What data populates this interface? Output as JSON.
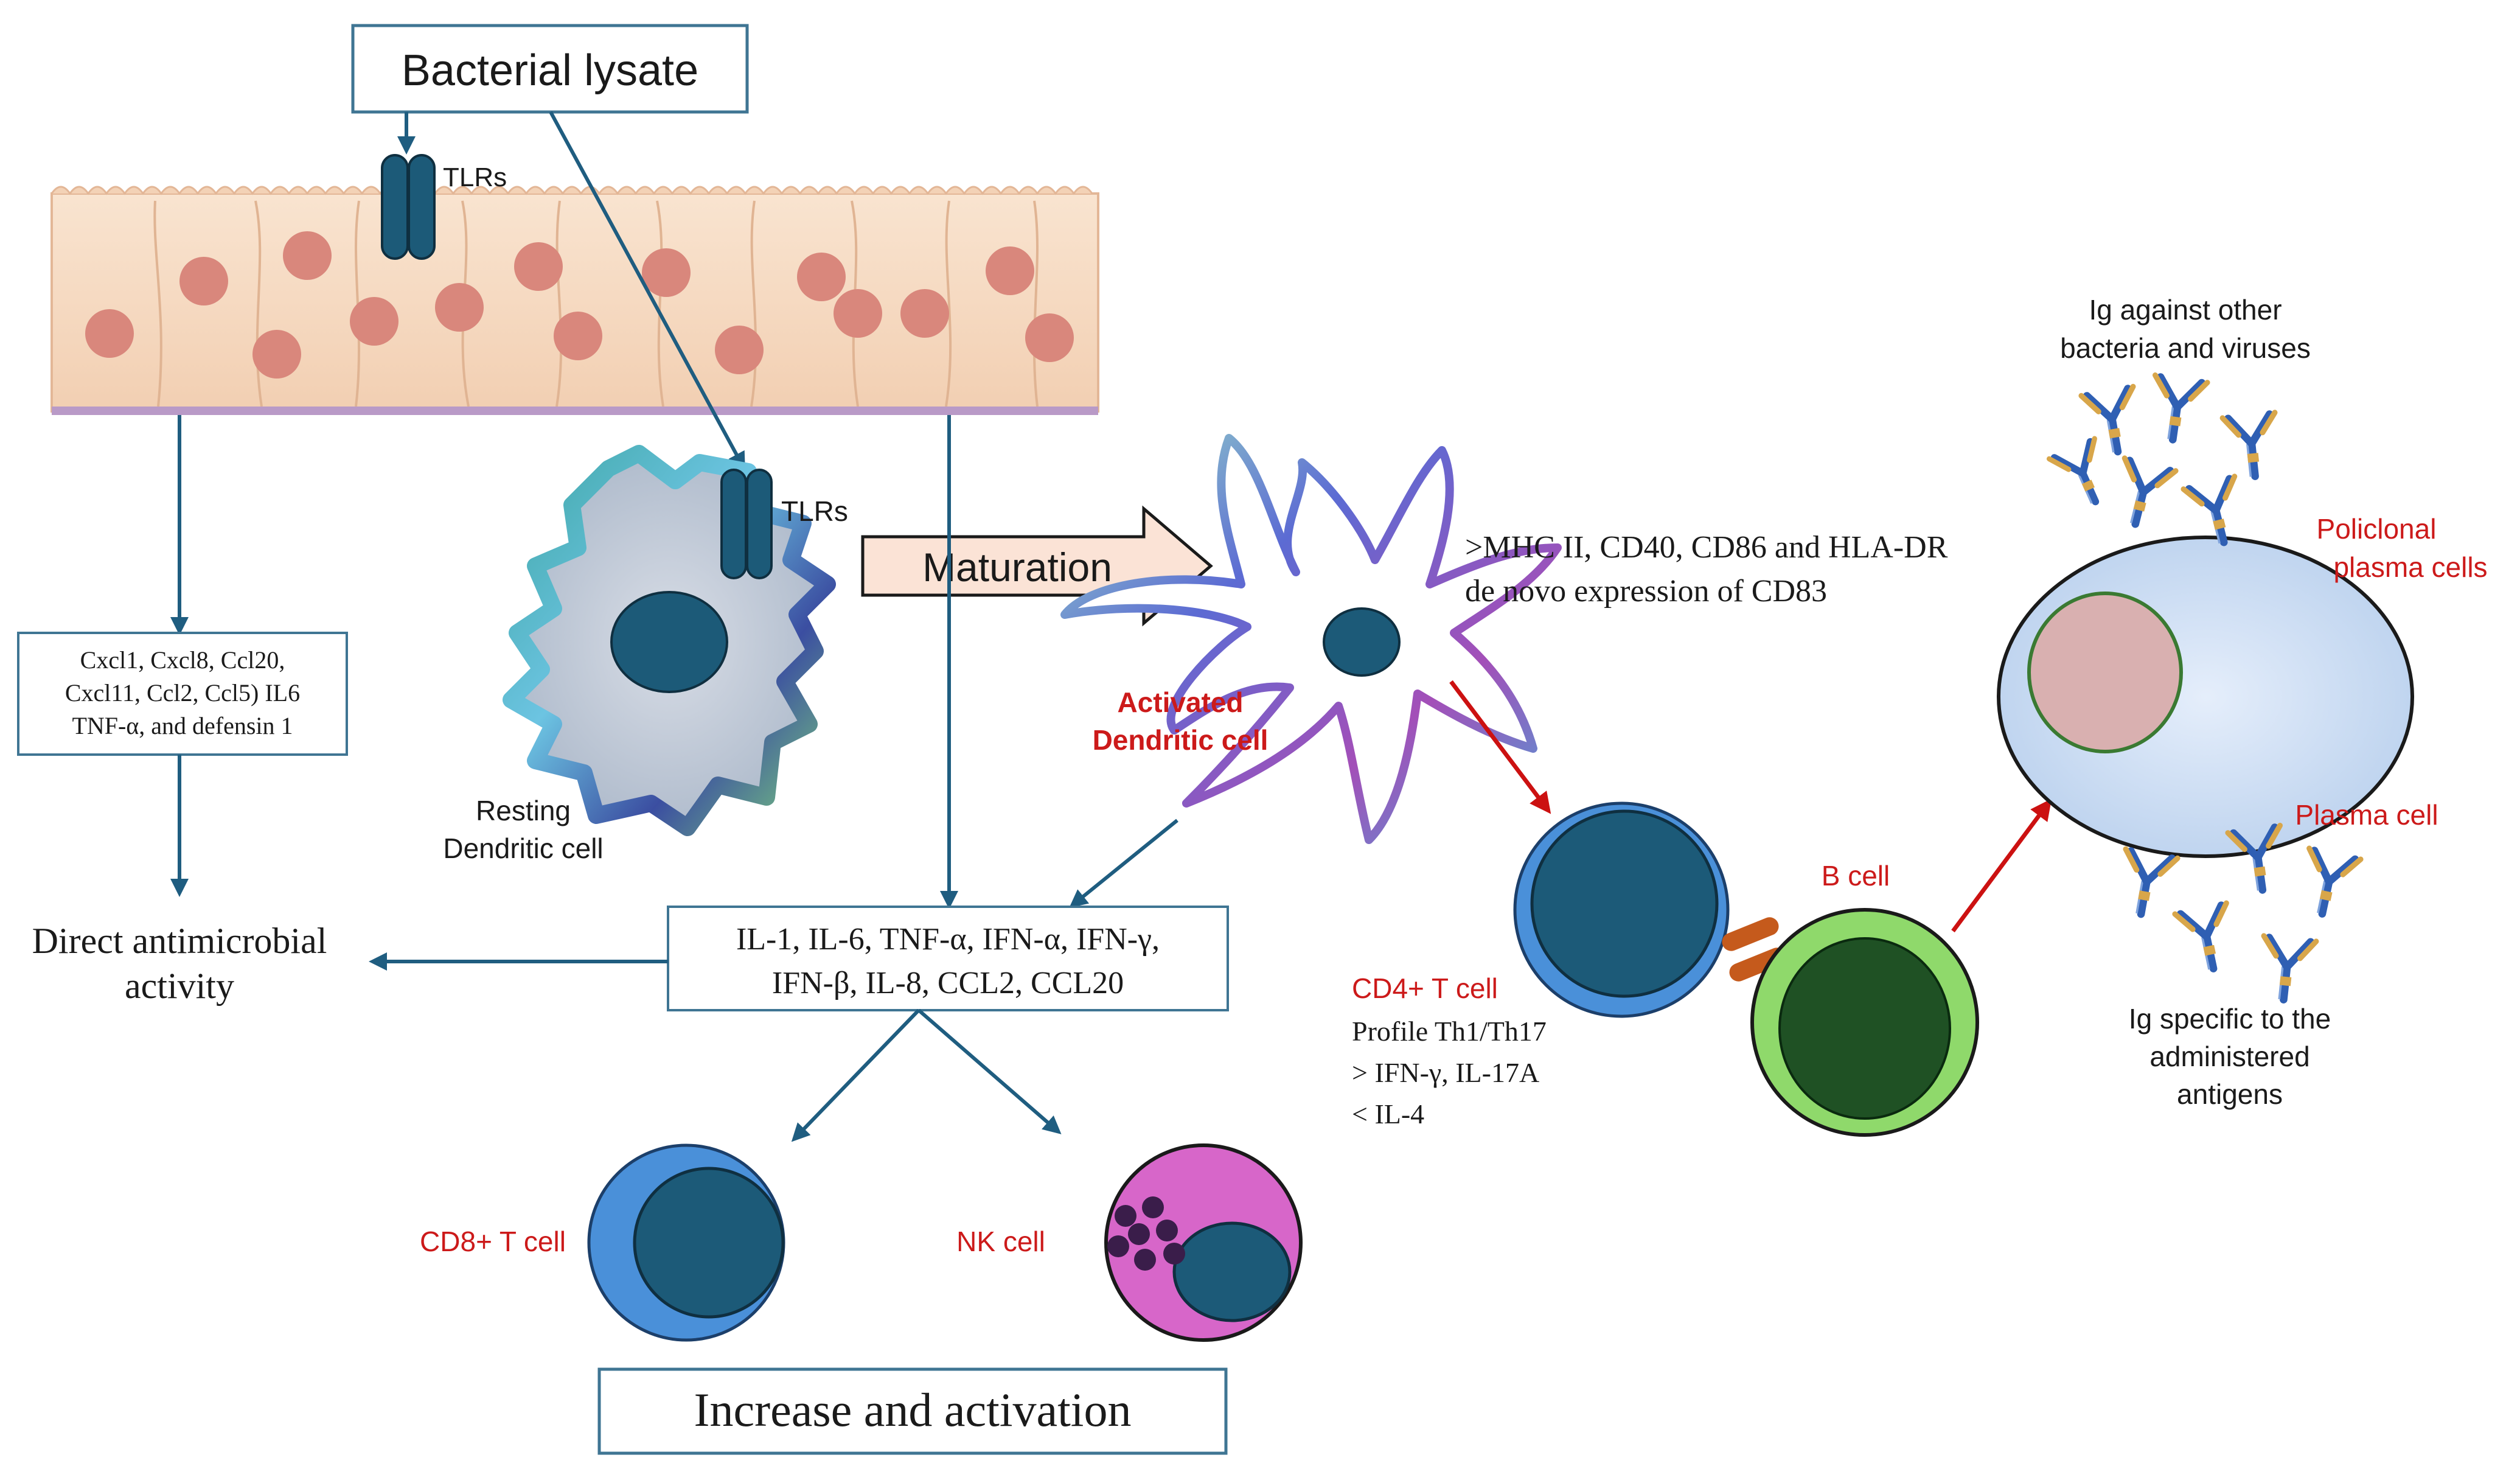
{
  "labels": {
    "bacterial_lysate": "Bacterial lysate",
    "tlrs_epithelium": "TLRs",
    "tlrs_dc": "TLRs",
    "maturation": "Maturation",
    "resting_dc_1": "Resting",
    "resting_dc_2": "Dendritic cell",
    "activated_dc_1": "Activated",
    "activated_dc_2": "Dendritic cell",
    "dc_markers_1": ">MHC II, CD40, CD86 and HLA-DR",
    "dc_markers_2": "de novo expression of CD83",
    "epi_chemokines_1": "Cxcl1, Cxcl8, Ccl20,",
    "epi_chemokines_2": "Cxcl11, Ccl2, Ccl5) IL6",
    "epi_chemokines_3": "TNF-α, and defensin 1",
    "direct_antimicrobial_1": "Direct antimicrobial",
    "direct_antimicrobial_2": "activity",
    "cytokines_1": "IL-1, IL-6, TNF-α, IFN-α, IFN-γ,",
    "cytokines_2": "IFN-β, IL-8, CCL2, CCL20",
    "cd8_t_cell": "CD8+ T cell",
    "nk_cell": "NK cell",
    "increase_activation": "Increase and activation",
    "cd4_t_cell": "CD4+ T cell",
    "cd4_profile_1": "Profile Th1/Th17",
    "cd4_profile_2": "> IFN-γ,  IL-17A",
    "cd4_profile_3": "< IL-4",
    "b_cell": "B cell",
    "ig_other_1": "Ig against other",
    "ig_other_2": "bacteria and viruses",
    "policlonal_1": "Policlonal",
    "policlonal_2": "plasma  cells",
    "plasma_cell": "Plasma  cell",
    "ig_specific_1": "Ig specific to the",
    "ig_specific_2": "administered",
    "ig_specific_3": "antigens"
  },
  "colors": {
    "arrow_blue": "#1f5d80",
    "arrow_red": "#cc1111",
    "label_red": "#cc1a1a",
    "box_border": "#3f7593",
    "epithelium": "#f6dcc4",
    "epithelium_edge": "#e3b797",
    "nucleus_pink": "#d9877c",
    "dark_teal": "#1c5a78",
    "light_blue": "#4a90d9",
    "green_cell": "#8fd96b",
    "dark_green": "#1f5124",
    "nk_magenta": "#d766c9",
    "granule": "#3a1d4a",
    "plasma_fill": "#cfe0f5",
    "maturation_fill": "#fbe3d6"
  }
}
